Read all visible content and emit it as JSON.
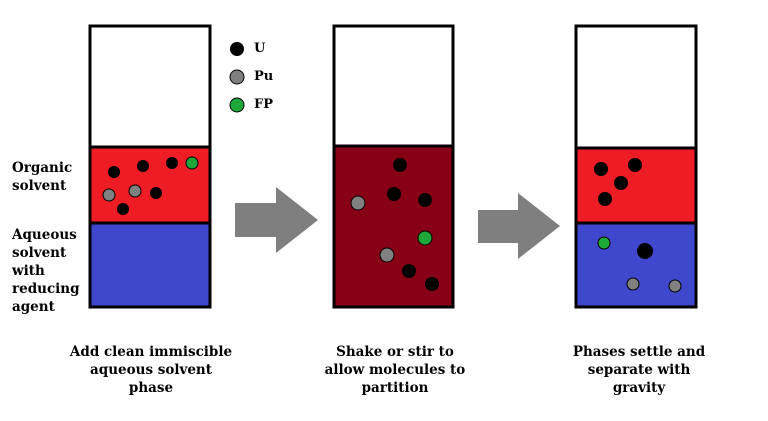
{
  "legend": [
    {
      "label": "U",
      "color": "#000000"
    },
    {
      "label": "Pu",
      "color": "#808080"
    },
    {
      "label": "FP",
      "color": "#1fa83a"
    }
  ],
  "side_labels": {
    "organic": [
      "Organic",
      "solvent"
    ],
    "aqueous": [
      "Aqueous",
      "solvent",
      "with",
      "reducing",
      "agent"
    ]
  },
  "steps": [
    {
      "caption": [
        "Add clean immiscible",
        "aqueous solvent",
        "phase"
      ]
    },
    {
      "caption": [
        "Shake or stir to",
        "allow molecules to",
        "partition"
      ]
    },
    {
      "caption": [
        "Phases settle and",
        "separate with",
        "gravity"
      ]
    }
  ],
  "colors": {
    "organic_phase": "#ee1c24",
    "aqueous_phase": "#3f48cc",
    "mixed_phase": "#880015",
    "arrow": "#7f7f7f",
    "outline": "#000000"
  }
}
